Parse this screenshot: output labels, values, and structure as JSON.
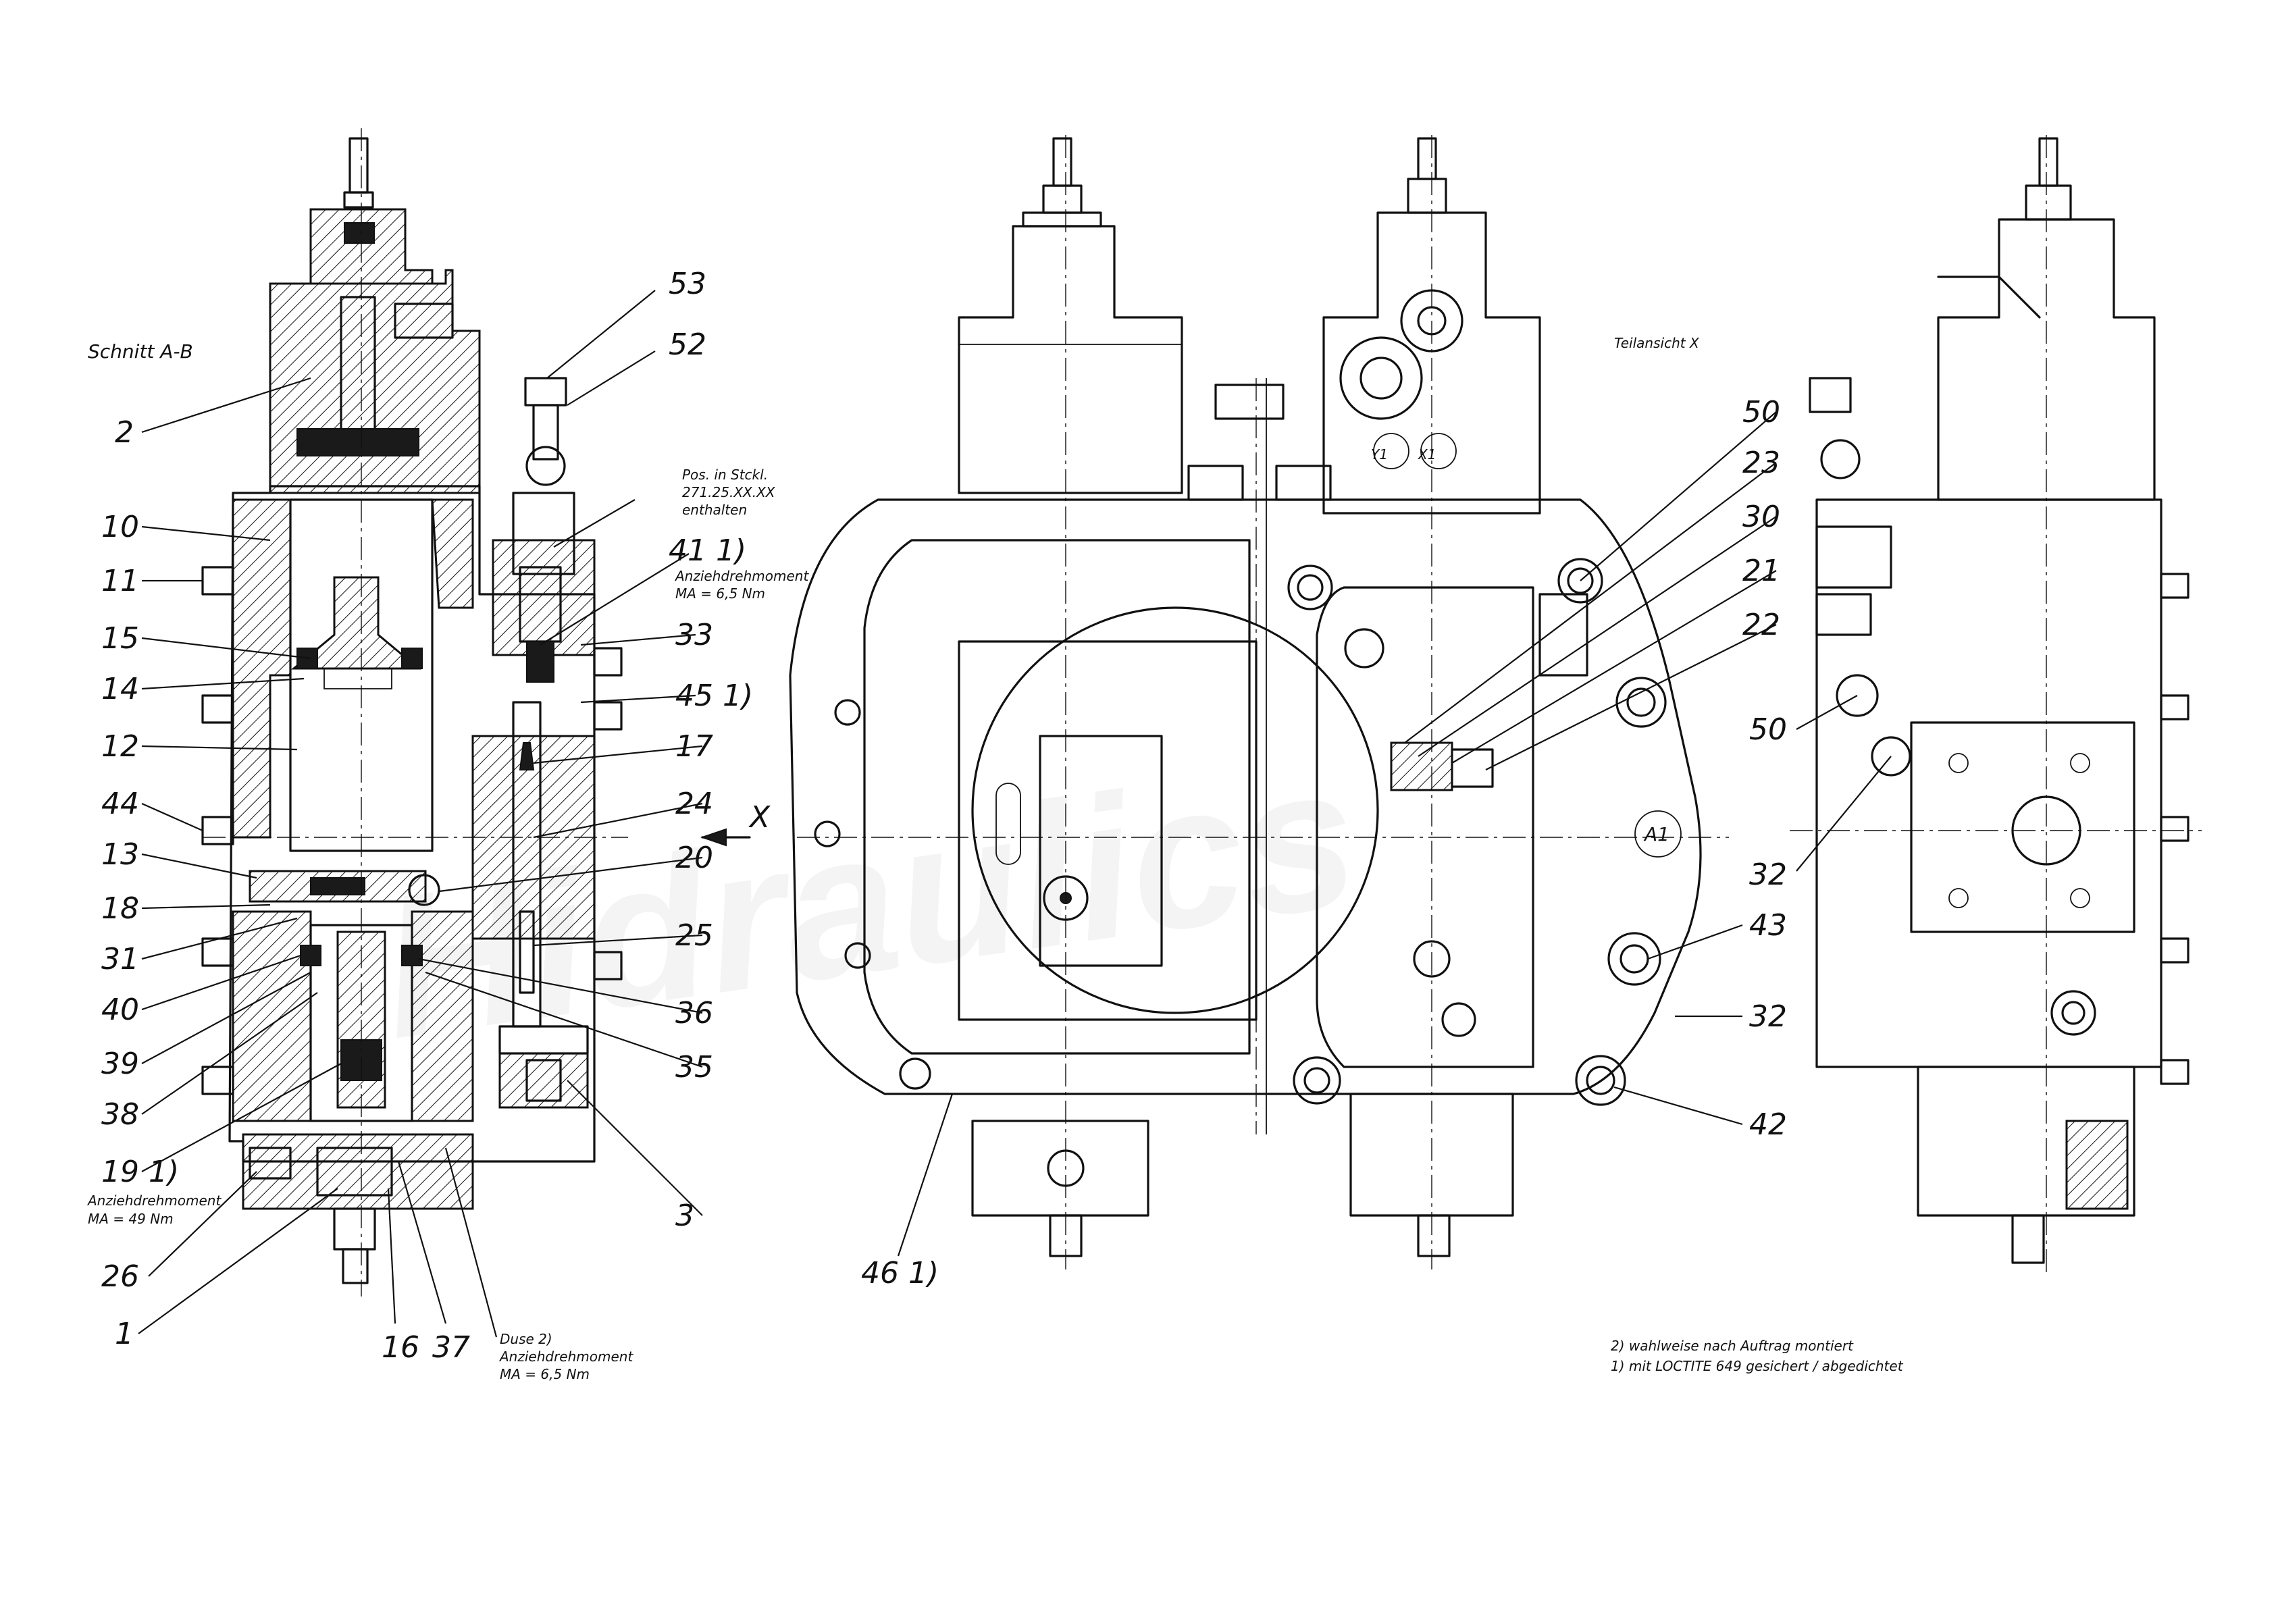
{
  "sheet": {
    "watermark": "Hidraulics",
    "view_labels": {
      "section": "Schnitt A-B",
      "partial_view": "Teilansicht X",
      "arrow_x": "X",
      "port_y1": "Y1",
      "port_x1": "X1",
      "port_a1": "A1"
    },
    "notes": {
      "stkl_line1": "Pos. in Stckl.",
      "stkl_line2": "271.25.XX.XX",
      "stkl_line3": "enthalten",
      "torque_41_label": "Anziehdrehmoment",
      "torque_41_value": "MA = 6,5 Nm",
      "torque_26_label": "Anziehdrehmoment",
      "torque_26_value": "MA = 49 Nm",
      "duse_label": "Duse 2)",
      "duse_torque_label": "Anziehdrehmoment",
      "duse_torque_value": "MA = 6,5 Nm",
      "footnote_2": "2) wahlweise nach Auftrag montiert",
      "footnote_1": "1) mit LOCTITE 649 gesichert / abgedichtet"
    },
    "callouts_left": [
      {
        "id": "2",
        "text": "2"
      },
      {
        "id": "10",
        "text": "10"
      },
      {
        "id": "11",
        "text": "11"
      },
      {
        "id": "15",
        "text": "15"
      },
      {
        "id": "14",
        "text": "14"
      },
      {
        "id": "12",
        "text": "12"
      },
      {
        "id": "44",
        "text": "44"
      },
      {
        "id": "13",
        "text": "13"
      },
      {
        "id": "18",
        "text": "18"
      },
      {
        "id": "31",
        "text": "31"
      },
      {
        "id": "40",
        "text": "40"
      },
      {
        "id": "39",
        "text": "39"
      },
      {
        "id": "38",
        "text": "38"
      },
      {
        "id": "19",
        "text": "19 1)"
      },
      {
        "id": "26",
        "text": "26"
      },
      {
        "id": "1",
        "text": "1"
      },
      {
        "id": "16",
        "text": "16"
      },
      {
        "id": "37",
        "text": "37"
      }
    ],
    "callouts_right_of_section": [
      {
        "id": "53",
        "text": "53"
      },
      {
        "id": "52",
        "text": "52"
      },
      {
        "id": "41",
        "text": "41 1)"
      },
      {
        "id": "33",
        "text": "33"
      },
      {
        "id": "45",
        "text": "45 1)"
      },
      {
        "id": "17",
        "text": "17"
      },
      {
        "id": "24",
        "text": "24"
      },
      {
        "id": "20",
        "text": "20"
      },
      {
        "id": "25",
        "text": "25"
      },
      {
        "id": "36",
        "text": "36"
      },
      {
        "id": "35",
        "text": "35"
      },
      {
        "id": "3",
        "text": "3"
      }
    ],
    "callouts_main_view": [
      {
        "id": "50",
        "text": "50"
      },
      {
        "id": "23",
        "text": "23"
      },
      {
        "id": "30",
        "text": "30"
      },
      {
        "id": "21",
        "text": "21"
      },
      {
        "id": "22",
        "text": "22"
      },
      {
        "id": "43",
        "text": "43"
      },
      {
        "id": "32a",
        "text": "32"
      },
      {
        "id": "42",
        "text": "42"
      },
      {
        "id": "46",
        "text": "46 1)"
      }
    ],
    "callouts_side_view": [
      {
        "id": "50b",
        "text": "50"
      },
      {
        "id": "32b",
        "text": "32"
      }
    ]
  }
}
